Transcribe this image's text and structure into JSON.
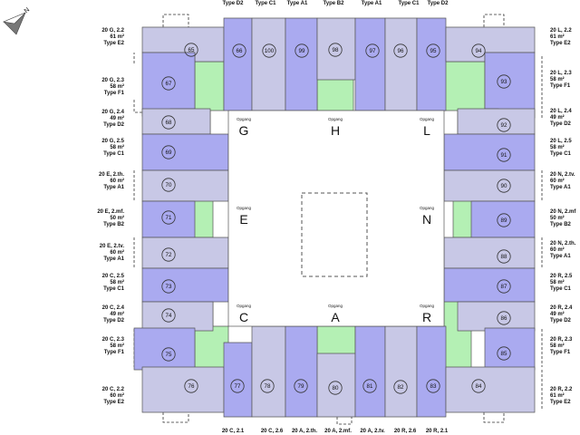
{
  "colors": {
    "lavender": "#c8c8e6",
    "blue": "#aaaaf0",
    "green": "#b4f0b4",
    "courtyard": "#ffffff",
    "outline": "#555555",
    "circle": "#333333"
  },
  "icons": {
    "compass": "north-arrow-icon"
  },
  "compass": {
    "letter": "N"
  },
  "apartments": [
    "65",
    "66",
    "100",
    "99",
    "98",
    "97",
    "96",
    "95",
    "94",
    "67",
    "93",
    "68",
    "92",
    "69",
    "91",
    "70",
    "90",
    "71",
    "89",
    "72",
    "88",
    "73",
    "87",
    "74",
    "86",
    "75",
    "85",
    "76",
    "77",
    "78",
    "79",
    "80",
    "81",
    "82",
    "83",
    "84"
  ],
  "entrances": [
    {
      "caption": "Opgang",
      "letter": "G"
    },
    {
      "caption": "Opgang",
      "letter": "H"
    },
    {
      "caption": "Opgang",
      "letter": "L"
    },
    {
      "caption": "Opgang",
      "letter": "E"
    },
    {
      "caption": "Opgang",
      "letter": "N"
    },
    {
      "caption": "Opgang",
      "letter": "C"
    },
    {
      "caption": "Opgang",
      "letter": "A"
    },
    {
      "caption": "Opgang",
      "letter": "R"
    }
  ],
  "top_types": [
    "Type D2",
    "Type C1",
    "Type A1",
    "Type B2",
    "Type A1",
    "Type C1",
    "Type D2"
  ],
  "bottom_labels": [
    "20 C, 2.1",
    "20 C, 2.6",
    "20 A, 2.th.",
    "20 A, 2.mf.",
    "20 A, 2.tv.",
    "20 R, 2.6",
    "20 R, 2.1"
  ],
  "left_labels": [
    {
      "address": "20 G, 2.2",
      "area": "61 m²",
      "type": "Type E2"
    },
    {
      "address": "20 G, 2.3",
      "area": "58 m²",
      "type": "Type F1"
    },
    {
      "address": "20 G, 2.4",
      "area": "49 m²",
      "type": "Type D2"
    },
    {
      "address": "20 G, 2.5",
      "area": "58 m²",
      "type": "Type C1"
    },
    {
      "address": "20 E, 2.th.",
      "area": "60 m²",
      "type": "Type A1"
    },
    {
      "address": "20 E, 2.mf.",
      "area": "50 m²",
      "type": "Type B2"
    },
    {
      "address": "20 E, 2.tv.",
      "area": "60 m²",
      "type": "Type A1"
    },
    {
      "address": "20 C, 2.5",
      "area": "58 m²",
      "type": "Type C1"
    },
    {
      "address": "20 C, 2.4",
      "area": "49 m²",
      "type": "Type D2"
    },
    {
      "address": "20 C, 2.3",
      "area": "58 m²",
      "type": "Type F1"
    },
    {
      "address": "20 C, 2.2",
      "area": "60 m²",
      "type": "Type E2"
    }
  ],
  "right_labels": [
    {
      "address": "20 L, 2.2",
      "area": "61 m²",
      "type": "Type E2"
    },
    {
      "address": "20 L, 2.3",
      "area": "58 m²",
      "type": "Type F1"
    },
    {
      "address": "20 L, 2.4",
      "area": "49 m²",
      "type": "Type D2"
    },
    {
      "address": "20 L, 2.5",
      "area": "58 m²",
      "type": "Type C1"
    },
    {
      "address": "20 N, 2.tv.",
      "area": "60 m²",
      "type": "Type A1"
    },
    {
      "address": "20 N, 2.mf",
      "area": "50 m²",
      "type": "Type B2"
    },
    {
      "address": "20 N, 2.th.",
      "area": "60 m²",
      "type": "Type A1"
    },
    {
      "address": "20 R, 2.5",
      "area": "58 m²",
      "type": "Type C1"
    },
    {
      "address": "20 R, 2.4",
      "area": "49 m²",
      "type": "Type D2"
    },
    {
      "address": "20 R, 2.3",
      "area": "58 m²",
      "type": "Type F1"
    },
    {
      "address": "20 R, 2.2",
      "area": "61 m²",
      "type": "Type E2"
    }
  ]
}
